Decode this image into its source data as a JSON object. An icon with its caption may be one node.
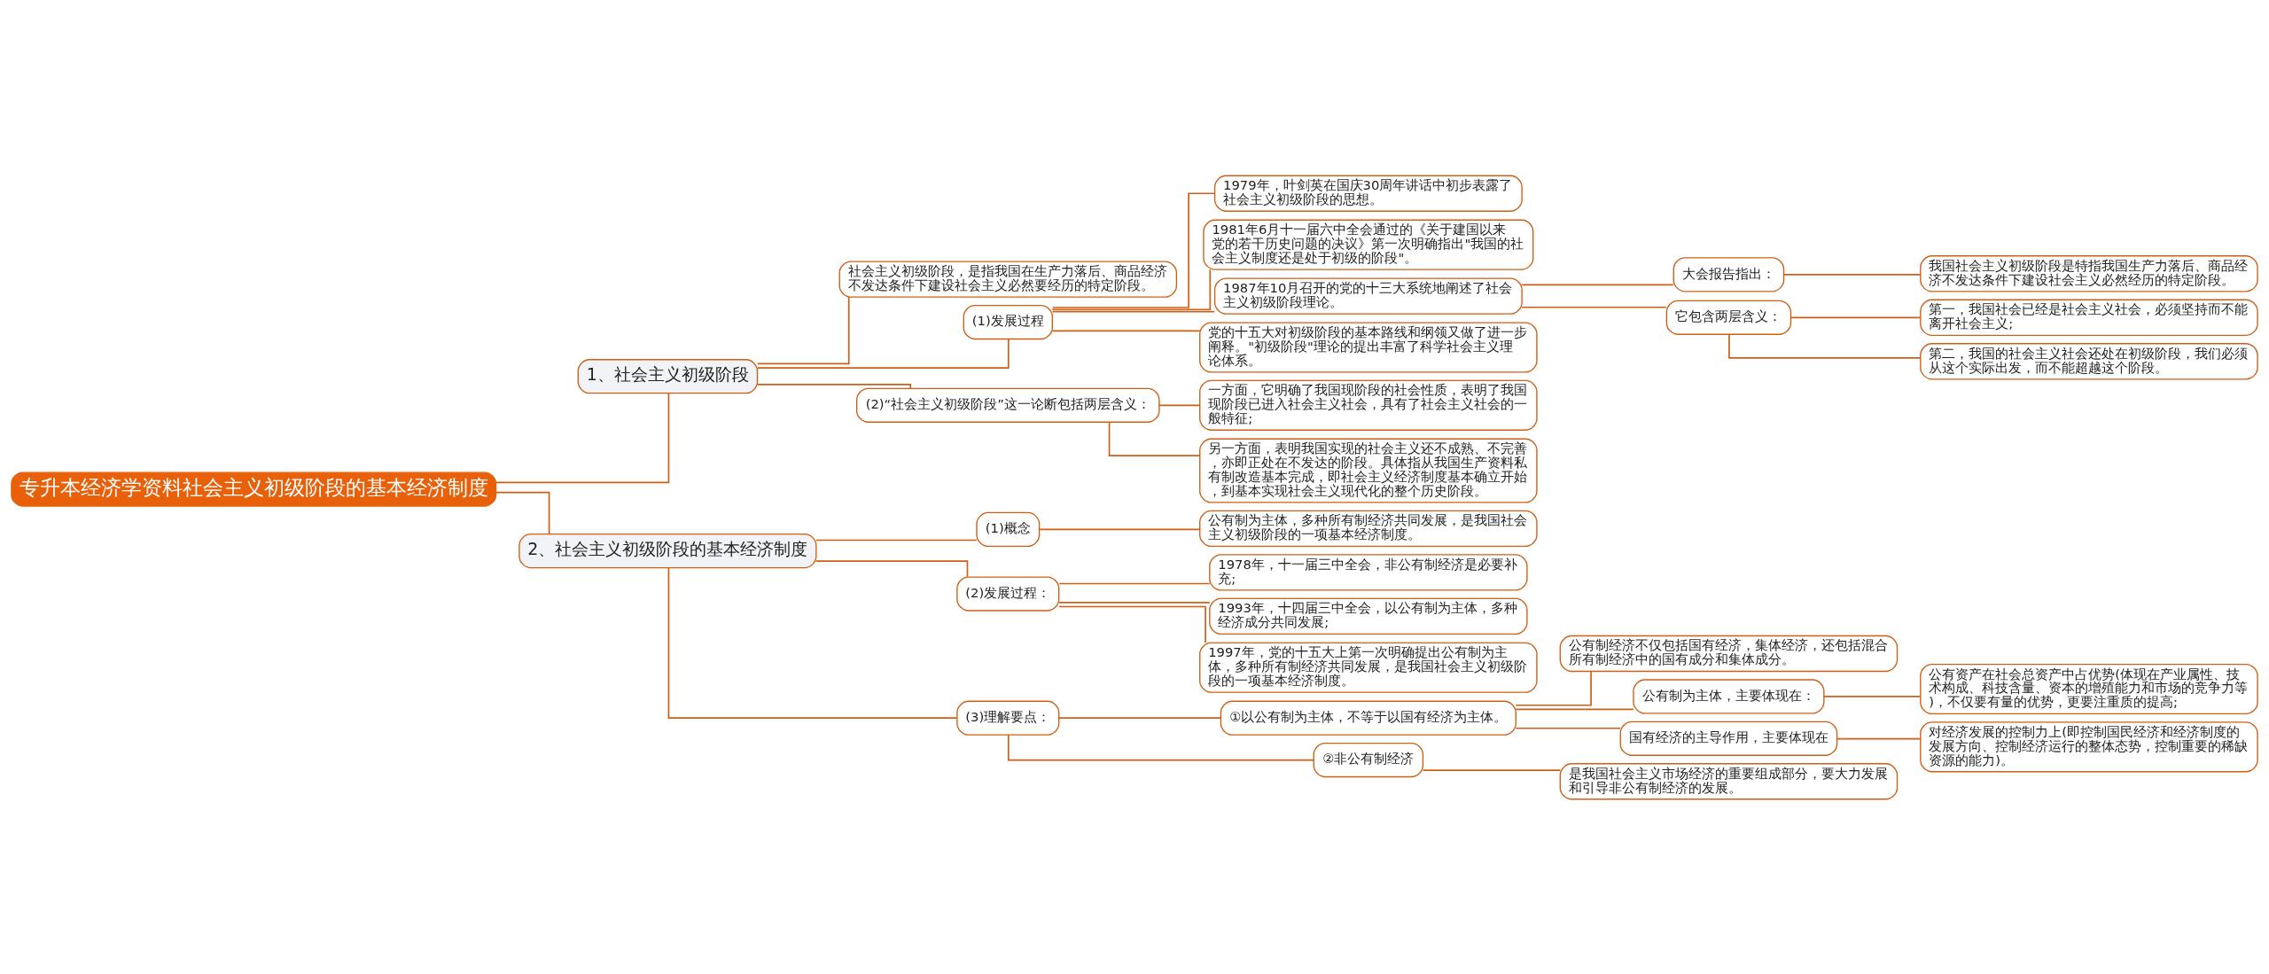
{
  "diagram": {
    "nodes": [
      {
        "text": [
          "专升本经济学资料社会主义初级阶段的基本经济制度"
        ]
      },
      {
        "text": [
          "1、社会主义初级阶段"
        ]
      },
      {
        "text": [
          "社会主义初级阶段，是指我国在生产力落后、商品经济不发达条件下建设社会主义必然要经历的特定阶段。"
        ]
      },
      {
        "text": [
          "(1)发展过程"
        ]
      },
      {
        "text": [
          "1979年，叶剑英在国庆30周年讲话中初步表露了社会主义初级阶段的思想。"
        ]
      },
      {
        "text": [
          "1981年6月十一届六中全会通过的《关于建国以来党的若干历史问题的决议》第一次明确指出\"我国的社会主义制度还是处于初级的阶段\"。"
        ]
      },
      {
        "text": [
          "1987年10月召开的党的十三大系统地阐述了社会主义初级阶段理论。"
        ]
      },
      {
        "text": [
          "大会报告指出："
        ]
      },
      {
        "text": [
          "我国社会主义初级阶段是特指我国生产力落后、商品经济不发达条件下建设社会主义必然经历的特定阶段。"
        ]
      },
      {
        "text": [
          "它包含两层含义："
        ]
      },
      {
        "text": [
          "第一，我国社会已经是社会主义社会，必须坚持而不能离开社会主义;"
        ]
      },
      {
        "text": [
          "第二，我国的社会主义社会还处在初级阶段，我们必须从这个实际出发，而不能超越这个阶段。"
        ]
      },
      {
        "text": [
          "党的十五大对初级阶段的基本路线和纲领又做了进一步阐释。\"初级阶段\"理论的提出丰富了科学社会主义理论体系。"
        ]
      },
      {
        "text": [
          "(2)“社会主义初级阶段”这一论断包括两层含义："
        ]
      },
      {
        "text": [
          "一方面，它明确了我国现阶段的社会性质，表明了我国现阶段已进入社会主义社会，具有了社会主义社会的一般特征;"
        ]
      },
      {
        "text": [
          "另一方面，表明我国实现的社会主义还不成熟、不完善，亦即正处在不发达的阶段。具体指从我国生产资料私有制改造基本完成，即社会主义经济制度基本确立开始，到基本实现社会主义现代化的整个历史阶段。"
        ]
      },
      {
        "text": [
          "2、社会主义初级阶段的基本经济制度"
        ]
      },
      {
        "text": [
          "(1)概念"
        ]
      },
      {
        "text": [
          "公有制为主体，多种所有制经济共同发展，是我国社会主义初级阶段的一项基本经济制度。"
        ]
      },
      {
        "text": [
          "(2)发展过程："
        ]
      },
      {
        "text": [
          "1978年，十一届三中全会，非公有制经济是必要补充;"
        ]
      },
      {
        "text": [
          "1993年，十四届三中全会，以公有制为主体，多种经济成分共同发展;"
        ]
      },
      {
        "text": [
          "1997年，党的十五大上第一次明确提出公有制为主体，多种所有制经济共同发展，是我国社会主义初级阶段的一项基本经济制度。"
        ]
      },
      {
        "text": [
          "(3)理解要点："
        ]
      },
      {
        "text": [
          "①以公有制为主体，不等于以国有经济为主体。"
        ]
      },
      {
        "text": [
          "公有制经济不仅包括国有经济，集体经济，还包括混合所有制经济中的国有成分和集体成分。"
        ]
      },
      {
        "text": [
          "公有制为主体，主要体现在："
        ]
      },
      {
        "text": [
          "公有资产在社会总资产中占优势(体现在产业属性、技术构成、科技含量、资本的增殖能力和市场的竞争力等)，不仅要有量的优势，更要注重质的提高;"
        ]
      },
      {
        "text": [
          "国有经济的主导作用，主要体现在"
        ]
      },
      {
        "text": [
          "对经济发展的控制力上(即控制国民经济和经济制度的发展方向、控制经济运行的整体态势，控制重要的稀缺资源的能力)。"
        ]
      },
      {
        "text": [
          "②非公有制经济"
        ]
      },
      {
        "text": [
          "是我国社会主义市场经济的重要组成部分，要大力发展和引导非公有制经济的发展。"
        ]
      }
    ],
    "edges": [
      {
        "from": 0,
        "to": 1,
        "arrow": "none"
      },
      {
        "from": 1,
        "to": 2,
        "arrow": "none"
      },
      {
        "from": 1,
        "to": 3,
        "arrow": "none"
      },
      {
        "from": 3,
        "to": 4,
        "arrow": "none"
      },
      {
        "from": 3,
        "to": 5,
        "arrow": "none"
      },
      {
        "from": 3,
        "to": 6,
        "arrow": "none"
      },
      {
        "from": 6,
        "to": 7,
        "arrow": "none"
      },
      {
        "from": 7,
        "to": 8,
        "arrow": "none"
      },
      {
        "from": 6,
        "to": 9,
        "arrow": "none"
      },
      {
        "from": 9,
        "to": 10,
        "arrow": "none"
      },
      {
        "from": 9,
        "to": 11,
        "arrow": "none"
      },
      {
        "from": 3,
        "to": 12,
        "arrow": "none"
      },
      {
        "from": 1,
        "to": 13,
        "arrow": "none"
      },
      {
        "from": 13,
        "to": 14,
        "arrow": "none"
      },
      {
        "from": 13,
        "to": 15,
        "arrow": "none"
      },
      {
        "from": 0,
        "to": 16,
        "arrow": "none"
      },
      {
        "from": 16,
        "to": 17,
        "arrow": "none"
      },
      {
        "from": 17,
        "to": 18,
        "arrow": "none"
      },
      {
        "from": 16,
        "to": 19,
        "arrow": "none"
      },
      {
        "from": 19,
        "to": 20,
        "arrow": "none"
      },
      {
        "from": 19,
        "to": 21,
        "arrow": "none"
      },
      {
        "from": 19,
        "to": 22,
        "arrow": "none"
      },
      {
        "from": 16,
        "to": 23,
        "arrow": "none"
      },
      {
        "from": 23,
        "to": 24,
        "arrow": "none"
      },
      {
        "from": 24,
        "to": 25,
        "arrow": "none"
      },
      {
        "from": 24,
        "to": 26,
        "arrow": "none"
      },
      {
        "from": 26,
        "to": 27,
        "arrow": "none"
      },
      {
        "from": 24,
        "to": 28,
        "arrow": "none"
      },
      {
        "from": 28,
        "to": 29,
        "arrow": "none"
      },
      {
        "from": 23,
        "to": 30,
        "arrow": "none"
      },
      {
        "from": 30,
        "to": 31,
        "arrow": "none"
      }
    ]
  }
}
